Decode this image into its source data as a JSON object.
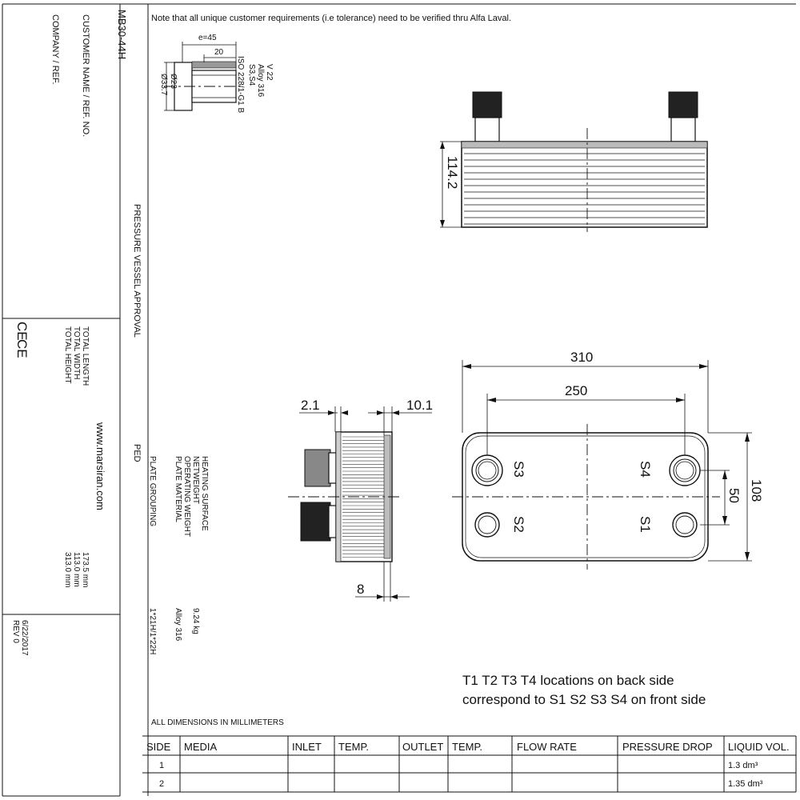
{
  "note_top": "Note that all unique customer requirements (i.e tolerance) need to be verified thru Alfa Laval.",
  "title_block": {
    "model": "MB30-44H",
    "customer_label": "CUSTOMER NAME / REF. NO.",
    "company_label": "COMPANY / REF.",
    "pressure_vessel_label": "PRESSURE VESSEL APPROVAL",
    "ped_label": "PED",
    "website": "www.marsiran.com",
    "date": "6/22/2017",
    "rev": "REV 0",
    "ce_mark": "CE",
    "total_length_label": "TOTAL LENGTH",
    "total_width_label": "TOTAL WIDTH",
    "total_height_label": "TOTAL HEIGHT",
    "total_length": "173.5 mm",
    "total_width": "113.0 mm",
    "total_height": "313.0 mm",
    "heating_surface_label": "HEATING SURFACE",
    "net_weight_label": "NETWEIGHT",
    "operating_weight_label": "OPERATING WEIGHT",
    "plate_material_label": "PLATE MATERIAL",
    "plate_grouping_label": "PLATE GROUPING",
    "net_weight": "9.24 kg",
    "plate_material": "Alloy 316",
    "plate_grouping": "1*21H/1*22H"
  },
  "connection_detail": {
    "e_dim": "e=45",
    "len_dim": "20",
    "d_inner": "Ø23",
    "d_outer": "Ø33.7",
    "thread_std": "ISO 228/1-G1 B",
    "spec_lines": [
      "V 22",
      "Alloy 316",
      "S3,S4"
    ]
  },
  "dimensions": {
    "height_top_view": "114.2",
    "overall_length": "310",
    "port_distance": "250",
    "width": "108",
    "port_offset": "50",
    "front_plate": "2.1",
    "rear_plate": "10.1",
    "bottom_dim": "8"
  },
  "ports": {
    "s1": "S1",
    "s2": "S2",
    "s3": "S3",
    "s4": "S4"
  },
  "location_note": [
    "T1 T2 T3 T4 locations on back side",
    "correspond to S1 S2 S3 S4 on front side"
  ],
  "units_note": "ALL DIMENSIONS IN MILLIMETERS",
  "table": {
    "headers": [
      "SIDE",
      "MEDIA",
      "INLET",
      "TEMP.",
      "OUTLET",
      "TEMP.",
      "FLOW RATE",
      "PRESSURE DROP",
      "LIQUID VOL."
    ],
    "rows": [
      [
        "1",
        "",
        "",
        "",
        "",
        "",
        "",
        "",
        "1.3 dm³"
      ],
      [
        "2",
        "",
        "",
        "",
        "",
        "",
        "",
        "",
        "1.35 dm³"
      ]
    ]
  }
}
